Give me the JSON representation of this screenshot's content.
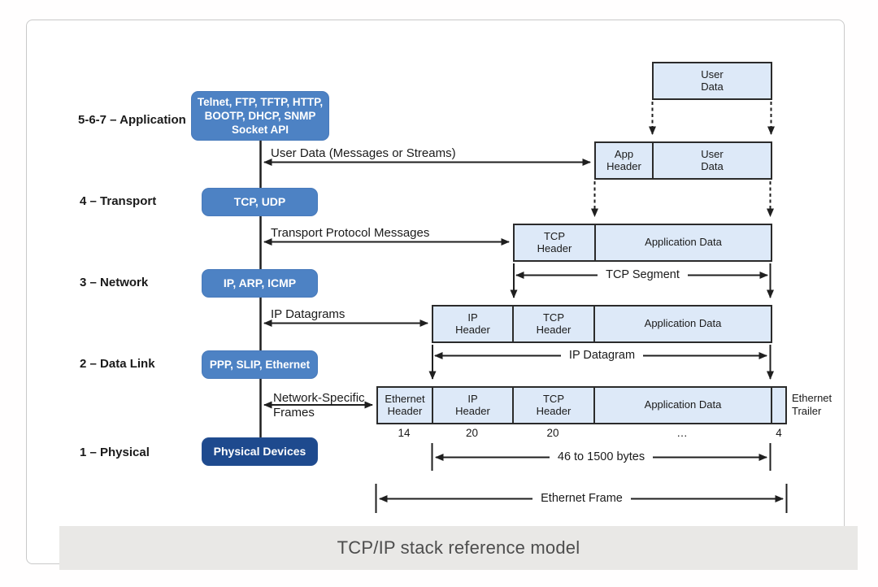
{
  "caption": "TCP/IP stack reference model",
  "layers": [
    {
      "label": "5-6-7 – Application",
      "protocols": "Telnet, FTP, TFTP, HTTP,\nBOOTP, DHCP, SNMP\nSocket API"
    },
    {
      "label": "4 – Transport",
      "protocols": "TCP, UDP"
    },
    {
      "label": "3 – Network",
      "protocols": "IP, ARP, ICMP"
    },
    {
      "label": "2 – Data Link",
      "protocols": "PPP, SLIP, Ethernet"
    },
    {
      "label": "1 – Physical",
      "protocols": "Physical Devices"
    }
  ],
  "flow_labels": [
    "User Data (Messages or Streams)",
    "Transport Protocol Messages",
    "IP Datagrams",
    "Network-Specific\nFrames"
  ],
  "rows": [
    [
      "User\nData"
    ],
    [
      "App\nHeader",
      "User\nData"
    ],
    [
      "TCP\nHeader",
      "Application Data"
    ],
    [
      "IP\nHeader",
      "TCP\nHeader",
      "Application Data"
    ],
    [
      "Ethernet\nHeader",
      "IP\nHeader",
      "TCP\nHeader",
      "Application Data",
      ""
    ]
  ],
  "trailer_label": "Ethernet\nTrailer",
  "byte_sizes": [
    "14",
    "20",
    "20",
    "…",
    "4"
  ],
  "measures": {
    "tcp_segment": "TCP Segment",
    "ip_datagram": "IP Datagram",
    "payload_size": "46 to 1500 bytes",
    "ethernet_frame": "Ethernet Frame"
  },
  "colors": {
    "protocol_box": "#4d82c4",
    "physical_box": "#1e4a8e",
    "pdu_fill": "#dde9f8",
    "pdu_border": "#2b2b2b",
    "line": "#1f1f1f",
    "caption_bg": "#e9e8e6",
    "caption_text": "#4d4d4d"
  }
}
